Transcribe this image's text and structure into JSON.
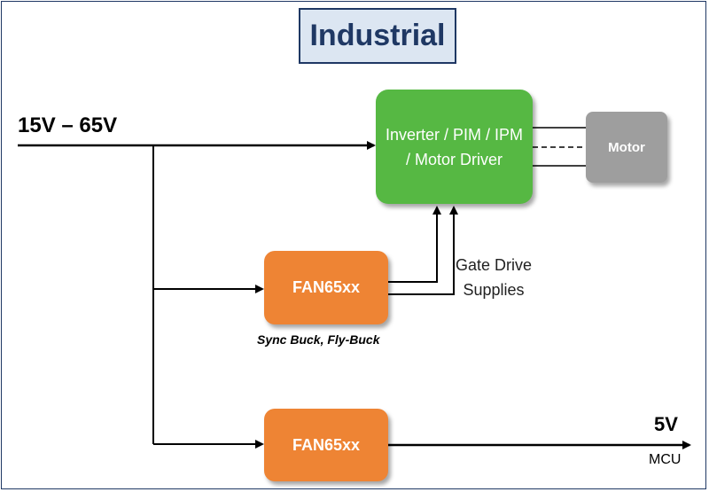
{
  "title": "Industrial",
  "input_label": "15V – 65V",
  "blocks": {
    "inverter": "Inverter / PIM / IPM / Motor Driver",
    "motor": "Motor",
    "fan_top": "FAN65xx",
    "fan_bottom": "FAN65xx"
  },
  "labels": {
    "gate_drive": "Gate Drive Supplies",
    "fan_top_caption": "Sync Buck, Fly-Buck",
    "output_voltage": "5V",
    "output_target": "MCU"
  },
  "colors": {
    "inverter": "#56b843",
    "fan": "#ee8434",
    "motor": "#9e9e9e",
    "title_fill": "#dce6f2",
    "title_border": "#1f3864"
  }
}
